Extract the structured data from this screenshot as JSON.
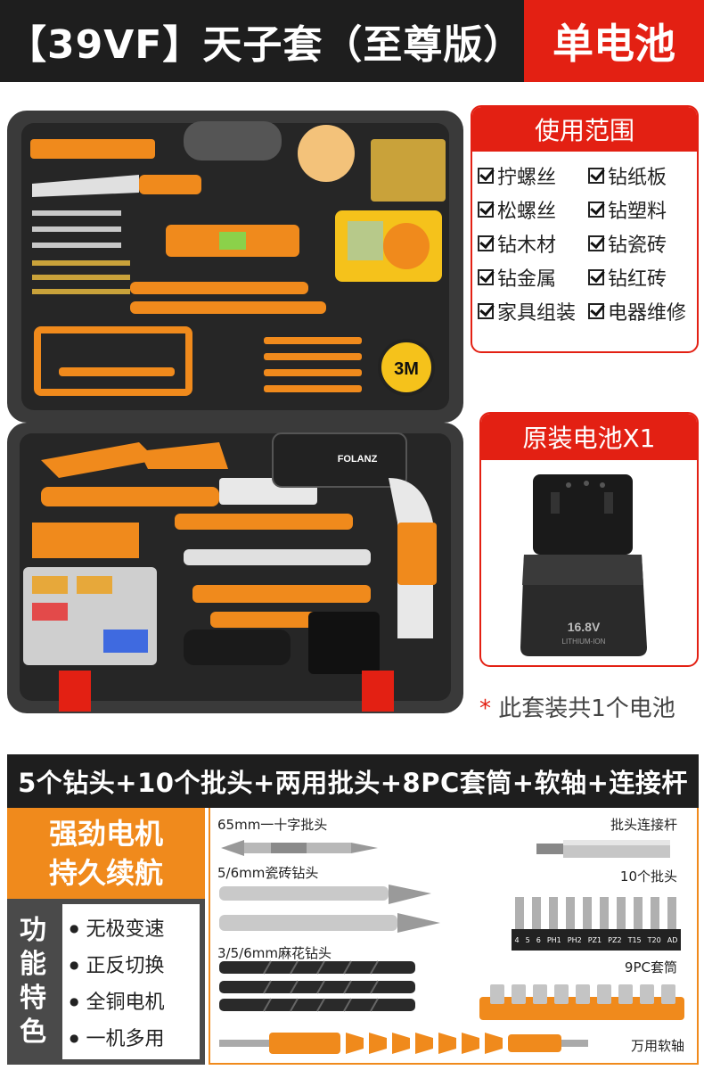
{
  "header": {
    "title": "【39VF】天子套（至尊版）",
    "badge": "单电池"
  },
  "toolbox": {
    "brand_label": "FOLANZ",
    "tape_label": "3M"
  },
  "usage": {
    "title": "使用范围",
    "items": [
      "拧螺丝",
      "钻纸板",
      "松螺丝",
      "钻塑料",
      "钻木材",
      "钻瓷砖",
      "钻金属",
      "钻红砖",
      "家具组装",
      "电器维修"
    ]
  },
  "battery": {
    "title": "原装电池X1",
    "voltage": "16.8V",
    "sublabel": "LITHIUM-ION",
    "note_star": "*",
    "note": "此套装共1个电池"
  },
  "accessories_bar": "5个钻头+10个批头+两用批头+8PC套筒+软轴+连接杆",
  "features": {
    "headline": [
      "强劲电机",
      "持久续航"
    ],
    "label": [
      "功",
      "能",
      "特",
      "色"
    ],
    "items": [
      "无极变速",
      "正反切换",
      "全铜电机",
      "一机多用"
    ]
  },
  "accessories": {
    "labels": {
      "bit_65": "65mm一十字批头",
      "connector": "批头连接杆",
      "tile_bits": "5/6mm瓷砖钻头",
      "ten_bits": "10个批头",
      "twist_bits": "3/5/6mm麻花钻头",
      "sockets": "9PC套筒",
      "flex_shaft": "万用软轴"
    },
    "bit_codes": [
      "4",
      "5",
      "6",
      "PH1",
      "PH2",
      "PZ1",
      "PZ2",
      "T15",
      "T20",
      "AD"
    ]
  },
  "colors": {
    "accent_red": "#e32013",
    "accent_orange": "#f08a1c",
    "dark": "#1e1e1e"
  }
}
